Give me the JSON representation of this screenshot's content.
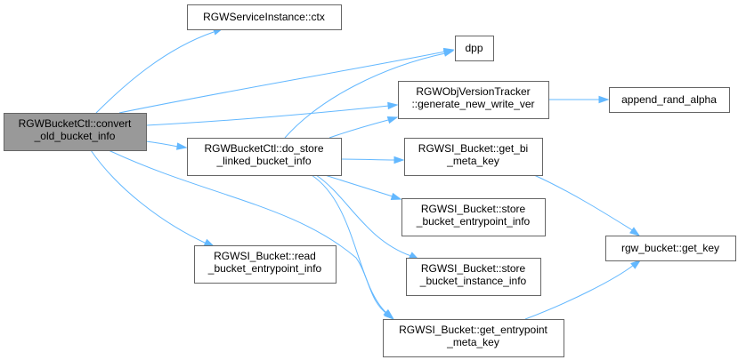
{
  "diagram": {
    "nodes": [
      {
        "id": "root",
        "lines": [
          "RGWBucketCtl::convert",
          "_old_bucket_info"
        ]
      },
      {
        "id": "ctx",
        "lines": [
          "RGWServiceInstance::ctx"
        ]
      },
      {
        "id": "dpp",
        "lines": [
          "dpp"
        ]
      },
      {
        "id": "gen_ver",
        "lines": [
          "RGWObjVersionTracker",
          "::generate_new_write_ver"
        ]
      },
      {
        "id": "append",
        "lines": [
          "append_rand_alpha"
        ]
      },
      {
        "id": "do_store",
        "lines": [
          "RGWBucketCtl::do_store",
          "_linked_bucket_info"
        ]
      },
      {
        "id": "get_bi",
        "lines": [
          "RGWSI_Bucket::get_bi",
          "_meta_key"
        ]
      },
      {
        "id": "store_entry",
        "lines": [
          "RGWSI_Bucket::store",
          "_bucket_entrypoint_info"
        ]
      },
      {
        "id": "get_key",
        "lines": [
          "rgw_bucket::get_key"
        ]
      },
      {
        "id": "read_entry",
        "lines": [
          "RGWSI_Bucket::read",
          "_bucket_entrypoint_info"
        ]
      },
      {
        "id": "store_inst",
        "lines": [
          "RGWSI_Bucket::store",
          "_bucket_instance_info"
        ]
      },
      {
        "id": "get_entry_key",
        "lines": [
          "RGWSI_Bucket::get_entrypoint",
          "_meta_key"
        ]
      }
    ],
    "edges": [
      {
        "from": "root",
        "to": "ctx"
      },
      {
        "from": "root",
        "to": "dpp"
      },
      {
        "from": "root",
        "to": "gen_ver"
      },
      {
        "from": "root",
        "to": "do_store"
      },
      {
        "from": "root",
        "to": "read_entry"
      },
      {
        "from": "root",
        "to": "get_entry_key"
      },
      {
        "from": "gen_ver",
        "to": "append"
      },
      {
        "from": "do_store",
        "to": "dpp"
      },
      {
        "from": "do_store",
        "to": "gen_ver"
      },
      {
        "from": "do_store",
        "to": "get_bi"
      },
      {
        "from": "do_store",
        "to": "store_entry"
      },
      {
        "from": "do_store",
        "to": "store_inst"
      },
      {
        "from": "do_store",
        "to": "get_entry_key"
      },
      {
        "from": "get_bi",
        "to": "get_key"
      },
      {
        "from": "get_entry_key",
        "to": "get_key"
      }
    ],
    "colors": {
      "edge": "#63b8ff",
      "root_fill": "#999999",
      "border": "#666666"
    }
  }
}
